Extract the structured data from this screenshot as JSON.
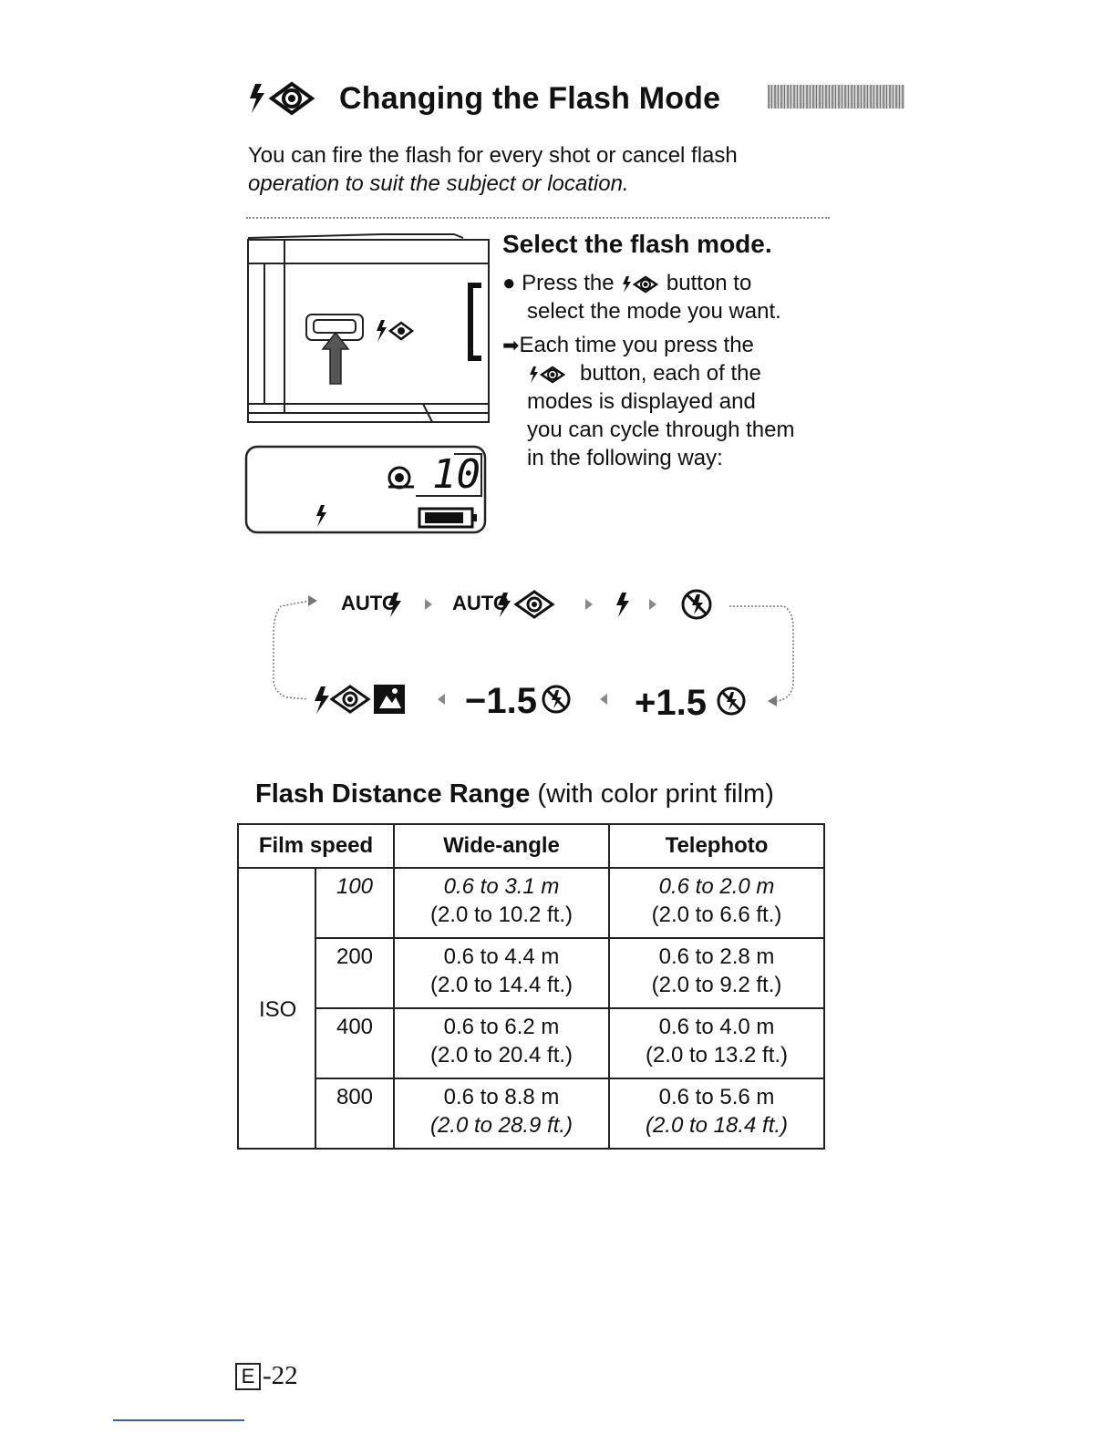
{
  "header": {
    "title": "Changing the Flash Mode",
    "title_icon": "flash-red-eye-icon"
  },
  "intro": {
    "line1": "You can fire the flash for every shot or cancel flash",
    "line2": "operation to suit the subject or location."
  },
  "step": {
    "heading": "Select the flash mode.",
    "bullet_prefix": "Press the",
    "bullet_suffix": "button to",
    "bullet_line2": "select the mode you want.",
    "result_line1": "Each time you press the",
    "result_line2_suffix": "button, each of the",
    "result_line3": "modes is displayed and",
    "result_line4": "you can cycle through them",
    "result_line5": "in the following way:"
  },
  "lcd": {
    "counter": "10"
  },
  "cycle": {
    "auto1": "AUTO",
    "auto2": "AUTO",
    "minus": "−1.5",
    "plus": "+1.5"
  },
  "table": {
    "title_bold": "Flash Distance Range",
    "title_rest": " (with color print film)",
    "headers": [
      "Film speed",
      "Wide-angle",
      "Telephoto"
    ],
    "iso_label": "ISO",
    "rows": [
      {
        "speed": "100",
        "wide_m": "0.6 to 3.1 m",
        "wide_ft": "(2.0 to 10.2 ft.)",
        "tele_m": "0.6 to 2.0 m",
        "tele_ft": "(2.0 to 6.6 ft.)"
      },
      {
        "speed": "200",
        "wide_m": "0.6 to 4.4 m",
        "wide_ft": "(2.0 to 14.4 ft.)",
        "tele_m": "0.6 to 2.8 m",
        "tele_ft": "(2.0 to 9.2 ft.)"
      },
      {
        "speed": "400",
        "wide_m": "0.6 to 6.2 m",
        "wide_ft": "(2.0 to 20.4 ft.)",
        "tele_m": "0.6 to 4.0 m",
        "tele_ft": "(2.0 to 13.2 ft.)"
      },
      {
        "speed": "800",
        "wide_m": "0.6 to 8.8 m",
        "wide_ft": "(2.0 to 28.9 ft.)",
        "tele_m": "0.6 to 5.6 m",
        "tele_ft": "(2.0 to 18.4 ft.)"
      }
    ]
  },
  "footer": {
    "page_letter": "E",
    "page_number": "-22"
  }
}
